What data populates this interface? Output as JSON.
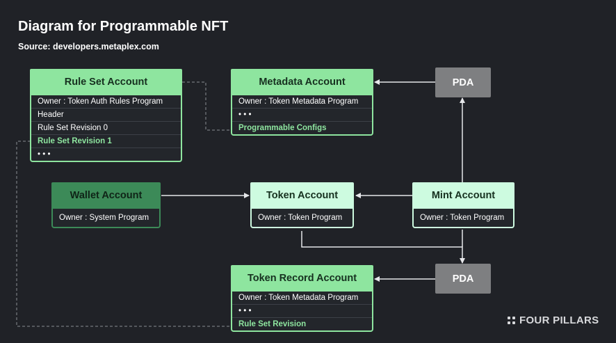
{
  "title": "Diagram for Programmable NFT",
  "subtitle": "Source: developers.metaplex.com",
  "boxes": {
    "rule_set": {
      "header": "Rule Set Account",
      "rows": [
        "Owner : Token Auth Rules Program",
        "Header",
        "Rule Set Revision 0",
        "Rule Set Revision 1",
        "• • •"
      ]
    },
    "metadata": {
      "header": "Metadata Account",
      "rows": [
        "Owner : Token Metadata Program",
        "• • •",
        "Programmable Configs"
      ]
    },
    "wallet": {
      "header": "Wallet Account",
      "rows": [
        "Owner : System Program"
      ]
    },
    "token": {
      "header": "Token Account",
      "rows": [
        "Owner : Token Program"
      ]
    },
    "mint": {
      "header": "Mint Account",
      "rows": [
        "Owner : Token Program"
      ]
    },
    "token_record": {
      "header": "Token Record Account",
      "rows": [
        "Owner : Token Metadata Program",
        "• • •",
        "Rule Set Revision"
      ]
    }
  },
  "pda_label": "PDA",
  "logo_text": "FOUR PILLARS",
  "colors": {
    "background": "#202227",
    "accent_green": "#8ee59f",
    "mint_header": "#cdfbe0",
    "wallet_header": "#3c8a58",
    "pda_gray": "#7e7f81"
  }
}
